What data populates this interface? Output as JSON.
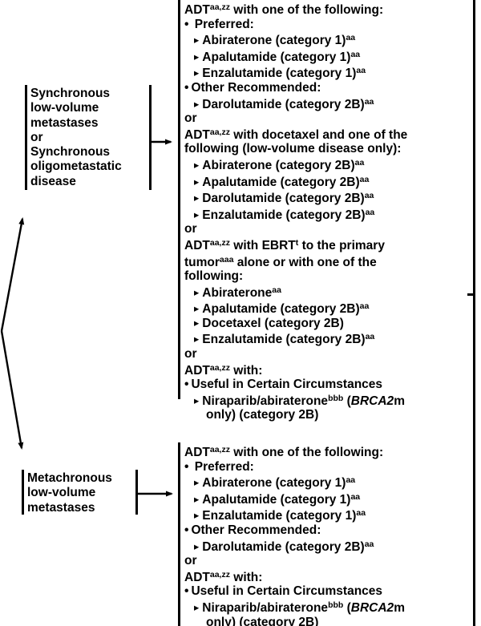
{
  "palette": {
    "ink": "#000000",
    "bg": "#ffffff"
  },
  "markers": {
    "bullet": "•",
    "arrow": "▸"
  },
  "source_boxes": [
    {
      "name": "synchronous-source-box",
      "lines": [
        "Synchronous",
        "low-volume",
        "metastases",
        "or",
        "Synchronous",
        "oligometastatic",
        "disease"
      ]
    },
    {
      "name": "metachronous-source-box",
      "lines": [
        "Metachronous",
        "low-volume",
        "metastases"
      ]
    }
  ],
  "treatment_blocks": [
    {
      "name": "synchronous-treatment-options",
      "lines": [
        {
          "kind": "head",
          "seg": [
            {
              "t": "ADT"
            },
            {
              "t": "aa,zz",
              "sup": true
            },
            {
              "t": " with one of the following:"
            }
          ]
        },
        {
          "kind": "bullet",
          "seg": [
            {
              "t": " Preferred:"
            }
          ]
        },
        {
          "kind": "sub",
          "seg": [
            {
              "t": "Abiraterone (category 1)"
            },
            {
              "t": "aa",
              "sup": true
            }
          ]
        },
        {
          "kind": "sub",
          "seg": [
            {
              "t": "Apalutamide (category 1)"
            },
            {
              "t": "aa",
              "sup": true
            }
          ]
        },
        {
          "kind": "sub",
          "seg": [
            {
              "t": "Enzalutamide (category 1)"
            },
            {
              "t": "aa",
              "sup": true
            }
          ]
        },
        {
          "kind": "bullet",
          "seg": [
            {
              "t": "Other Recommended:"
            }
          ]
        },
        {
          "kind": "sub",
          "seg": [
            {
              "t": "Darolutamide (category 2B)"
            },
            {
              "t": "aa",
              "sup": true
            }
          ]
        },
        {
          "kind": "or",
          "seg": [
            {
              "t": "or"
            }
          ]
        },
        {
          "kind": "head",
          "seg": [
            {
              "t": "ADT"
            },
            {
              "t": "aa,zz",
              "sup": true
            },
            {
              "t": " with docetaxel and one of the"
            }
          ]
        },
        {
          "kind": "cont",
          "seg": [
            {
              "t": "following (low-volume disease only):"
            }
          ]
        },
        {
          "kind": "sub",
          "seg": [
            {
              "t": "Abiraterone (category 2B)"
            },
            {
              "t": "aa",
              "sup": true
            }
          ]
        },
        {
          "kind": "sub",
          "seg": [
            {
              "t": "Apalutamide (category 2B)"
            },
            {
              "t": "aa",
              "sup": true
            }
          ]
        },
        {
          "kind": "sub",
          "seg": [
            {
              "t": "Darolutamide (category 2B)"
            },
            {
              "t": "aa",
              "sup": true
            }
          ]
        },
        {
          "kind": "sub",
          "seg": [
            {
              "t": "Enzalutamide (category 2B)"
            },
            {
              "t": "aa",
              "sup": true
            }
          ]
        },
        {
          "kind": "or",
          "seg": [
            {
              "t": "or"
            }
          ]
        },
        {
          "kind": "head",
          "seg": [
            {
              "t": "ADT"
            },
            {
              "t": "aa,zz",
              "sup": true
            },
            {
              "t": " with EBRT"
            },
            {
              "t": "t",
              "sup": true
            },
            {
              "t": " to the primary"
            }
          ]
        },
        {
          "kind": "cont",
          "seg": [
            {
              "t": "tumor"
            },
            {
              "t": "aaa",
              "sup": true
            },
            {
              "t": " alone or with one of the"
            }
          ]
        },
        {
          "kind": "cont",
          "seg": [
            {
              "t": "following:"
            }
          ]
        },
        {
          "kind": "sub",
          "seg": [
            {
              "t": "Abiraterone"
            },
            {
              "t": "aa",
              "sup": true
            }
          ]
        },
        {
          "kind": "sub",
          "seg": [
            {
              "t": "Apalutamide (category 2B)"
            },
            {
              "t": "aa",
              "sup": true
            }
          ]
        },
        {
          "kind": "sub",
          "seg": [
            {
              "t": "Docetaxel (category 2B)"
            }
          ]
        },
        {
          "kind": "sub",
          "seg": [
            {
              "t": "Enzalutamide (category 2B)"
            },
            {
              "t": "aa",
              "sup": true
            }
          ]
        },
        {
          "kind": "or",
          "seg": [
            {
              "t": "or"
            }
          ]
        },
        {
          "kind": "head",
          "seg": [
            {
              "t": "ADT"
            },
            {
              "t": "aa,zz",
              "sup": true
            },
            {
              "t": " with:"
            }
          ]
        },
        {
          "kind": "bullet",
          "seg": [
            {
              "t": "Useful in Certain Circumstances"
            }
          ]
        },
        {
          "kind": "sub",
          "seg": [
            {
              "t": "Niraparib/abiraterone"
            },
            {
              "t": "bbb",
              "sup": true
            },
            {
              "t": " ("
            },
            {
              "t": "BRCA2",
              "i": true
            },
            {
              "t": "m"
            }
          ]
        },
        {
          "kind": "contsub",
          "seg": [
            {
              "t": "only) (category 2B)"
            }
          ]
        }
      ]
    },
    {
      "name": "metachronous-treatment-options",
      "lines": [
        {
          "kind": "head",
          "seg": [
            {
              "t": "ADT"
            },
            {
              "t": "aa,zz",
              "sup": true
            },
            {
              "t": " with one of the following:"
            }
          ]
        },
        {
          "kind": "bullet",
          "seg": [
            {
              "t": " Preferred:"
            }
          ]
        },
        {
          "kind": "sub",
          "seg": [
            {
              "t": "Abiraterone (category 1)"
            },
            {
              "t": "aa",
              "sup": true
            }
          ]
        },
        {
          "kind": "sub",
          "seg": [
            {
              "t": "Apalutamide (category 1)"
            },
            {
              "t": "aa",
              "sup": true
            }
          ]
        },
        {
          "kind": "sub",
          "seg": [
            {
              "t": "Enzalutamide (category 1)"
            },
            {
              "t": "aa",
              "sup": true
            }
          ]
        },
        {
          "kind": "bullet",
          "seg": [
            {
              "t": "Other Recommended:"
            }
          ]
        },
        {
          "kind": "sub",
          "seg": [
            {
              "t": "Darolutamide (category 2B)"
            },
            {
              "t": "aa",
              "sup": true
            }
          ]
        },
        {
          "kind": "or",
          "seg": [
            {
              "t": "or"
            }
          ]
        },
        {
          "kind": "head",
          "seg": [
            {
              "t": "ADT"
            },
            {
              "t": "aa,zz",
              "sup": true
            },
            {
              "t": " with:"
            }
          ]
        },
        {
          "kind": "bullet",
          "seg": [
            {
              "t": "Useful in Certain Circumstances"
            }
          ]
        },
        {
          "kind": "sub",
          "seg": [
            {
              "t": "Niraparib/abiraterone"
            },
            {
              "t": "bbb",
              "sup": true
            },
            {
              "t": " ("
            },
            {
              "t": "BRCA2",
              "i": true
            },
            {
              "t": "m"
            }
          ]
        },
        {
          "kind": "contsub",
          "seg": [
            {
              "t": "only) (category 2B)"
            }
          ]
        }
      ]
    }
  ]
}
